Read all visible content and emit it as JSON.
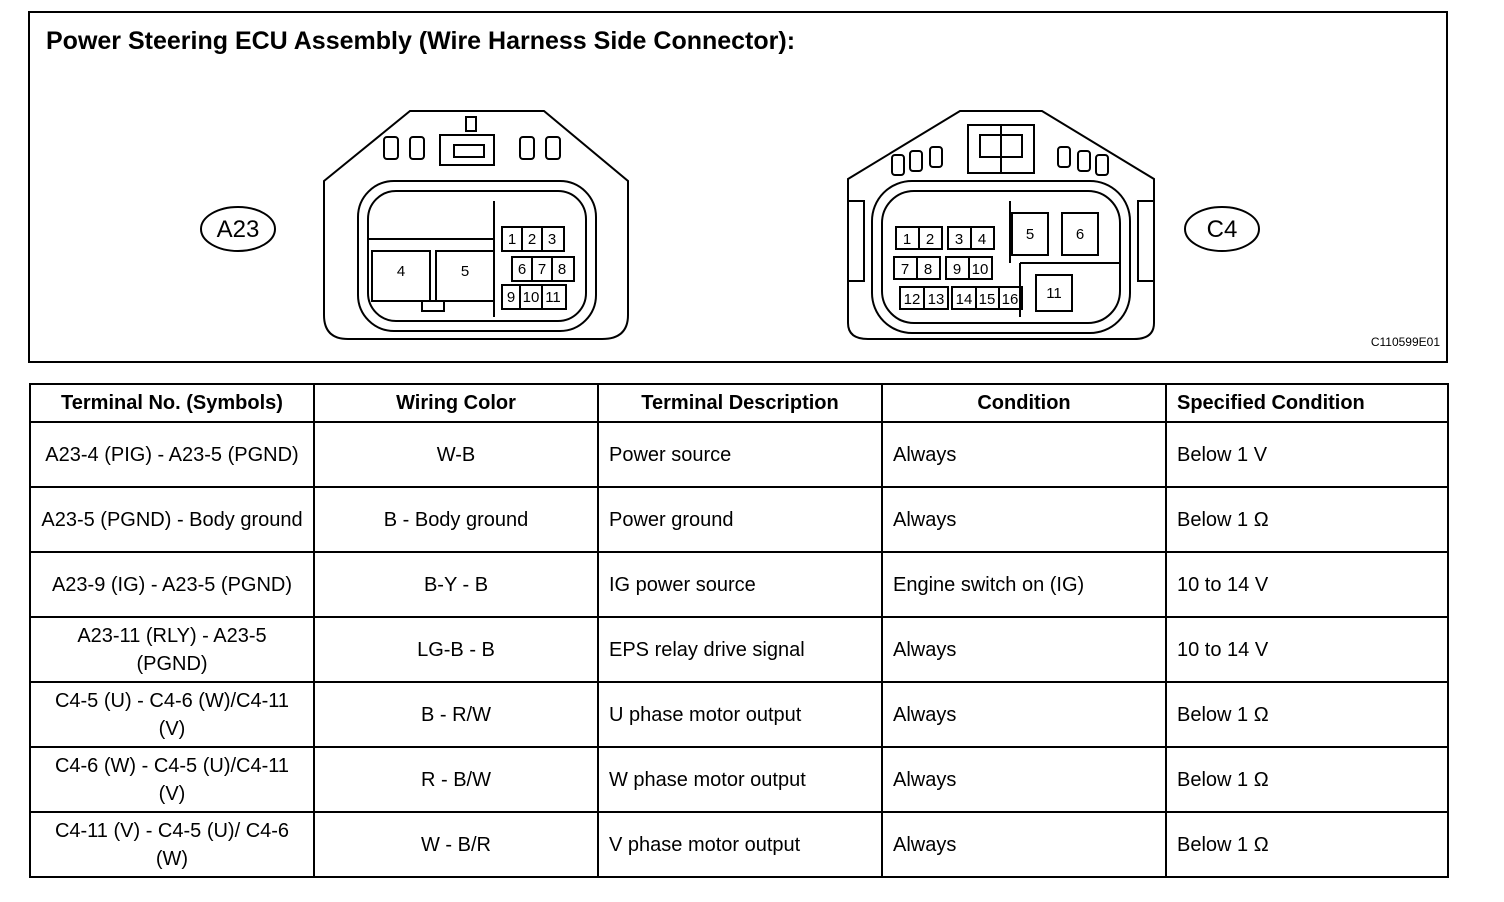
{
  "diagram": {
    "title": "Power Steering ECU Assembly (Wire Harness Side Connector):",
    "figure_code": "C110599E01",
    "connectors": [
      {
        "name": "A23",
        "terminals": [
          "1",
          "2",
          "3",
          "4",
          "5",
          "6",
          "7",
          "8",
          "9",
          "10",
          "11"
        ]
      },
      {
        "name": "C4",
        "terminals": [
          "1",
          "2",
          "3",
          "4",
          "5",
          "6",
          "7",
          "8",
          "9",
          "10",
          "11",
          "12",
          "13",
          "14",
          "15",
          "16"
        ]
      }
    ]
  },
  "table": {
    "headers": [
      "Terminal No. (Symbols)",
      "Wiring Color",
      "Terminal Description",
      "Condition",
      "Specified Condition"
    ],
    "rows": [
      [
        "A23-4 (PIG) - A23-5 (PGND)",
        "W-B",
        "Power source",
        "Always",
        "Below 1 V"
      ],
      [
        "A23-5 (PGND) - Body ground",
        "B - Body ground",
        "Power ground",
        "Always",
        "Below 1 Ω"
      ],
      [
        "A23-9 (IG) - A23-5 (PGND)",
        "B-Y - B",
        "IG power source",
        "Engine switch on (IG)",
        "10 to 14 V"
      ],
      [
        "A23-11 (RLY) - A23-5 (PGND)",
        "LG-B - B",
        "EPS relay drive signal",
        "Always",
        "10 to 14 V"
      ],
      [
        "C4-5 (U) - C4-6 (W)/C4-11 (V)",
        "B - R/W",
        "U phase motor output",
        "Always",
        "Below 1 Ω"
      ],
      [
        "C4-6 (W) - C4-5 (U)/C4-11 (V)",
        "R - B/W",
        "W phase motor output",
        "Always",
        "Below 1 Ω"
      ],
      [
        "C4-11 (V) - C4-5 (U)/ C4-6 (W)",
        "W - B/R",
        "V phase motor output",
        "Always",
        "Below 1 Ω"
      ]
    ]
  }
}
